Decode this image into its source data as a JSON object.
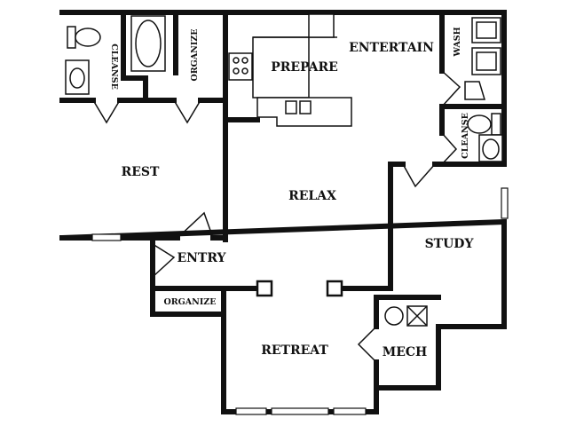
{
  "colors": {
    "wall": "#111111",
    "background": "#ffffff"
  },
  "rooms": {
    "rest": "REST",
    "relax": "RELAX",
    "prepare": "PREPARE",
    "entertain": "ENTERTAIN",
    "study": "STUDY",
    "retreat": "RETREAT",
    "entry": "ENTRY",
    "mech": "MECH",
    "wash": "WASH",
    "cleanse_main": "CLEANSE",
    "cleanse_right": "CLEANSE",
    "organize_top": "ORGANIZE",
    "organize_entry": "ORGANIZE"
  }
}
